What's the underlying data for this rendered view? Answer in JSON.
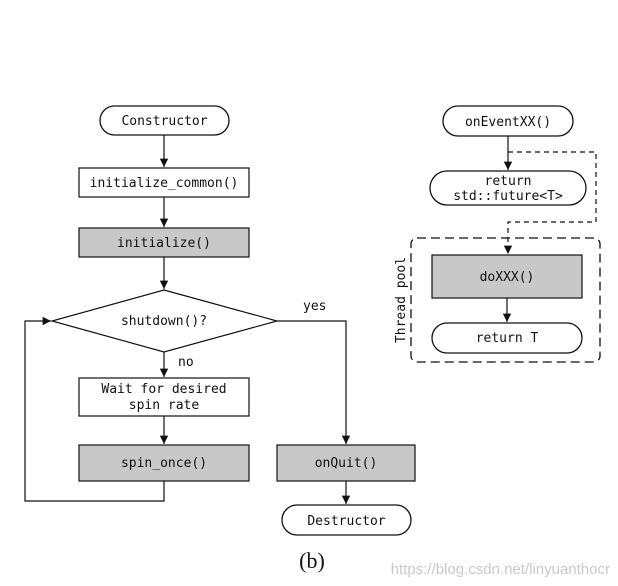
{
  "nodes": {
    "constructor": "Constructor",
    "initialize_common": "initialize_common()",
    "initialize": "initialize()",
    "shutdown": "shutdown()?",
    "wait_line1": "Wait for desired",
    "wait_line2": "spin rate",
    "spin_once": "spin_once()",
    "on_quit": "onQuit()",
    "destructor": "Destructor",
    "on_event": "onEventXX()",
    "return_future_line1": "return",
    "return_future_line2": "std::future<T>",
    "do_xxx": "doXXX()",
    "return_t": "return T"
  },
  "labels": {
    "yes": "yes",
    "no": "no",
    "thread_pool": "Thread pool"
  },
  "caption": "(b)",
  "watermark": "https://blog.csdn.net/linyuanthocr",
  "colors": {
    "process_gray": "#c8c8c8",
    "stroke": "#111111",
    "white": "#ffffff"
  }
}
